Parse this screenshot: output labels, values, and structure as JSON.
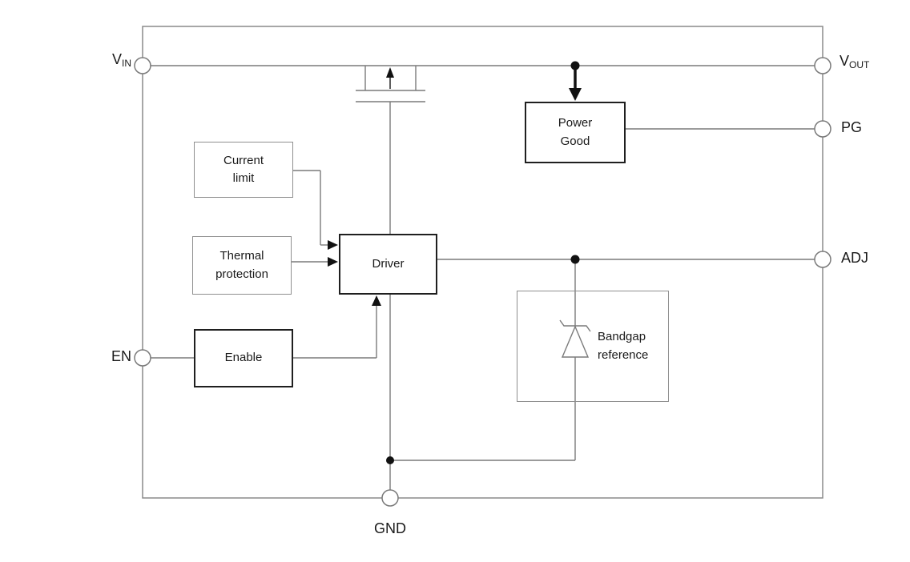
{
  "pins": {
    "vin": {
      "main": "V",
      "sub": "IN"
    },
    "vout": {
      "main": "V",
      "sub": "OUT"
    },
    "pg": {
      "label": "PG"
    },
    "adj": {
      "label": "ADJ"
    },
    "en": {
      "label": "EN"
    },
    "gnd": {
      "label": "GND"
    }
  },
  "blocks": {
    "current_limit": {
      "label": "Current\nlimit"
    },
    "thermal_protection": {
      "label": "Thermal\nprotection"
    },
    "driver": {
      "label": "Driver"
    },
    "enable": {
      "label": "Enable"
    },
    "power_good": {
      "label": "Power\nGood"
    },
    "bandgap": {
      "label": "Bandgap\nreference"
    }
  },
  "colors": {
    "wire": "#7a7a7a",
    "thin_border": "#8f8f8f",
    "thick_border": "#1f1f1f",
    "junction_dot": "#111111",
    "arrowhead": "#111111",
    "background": "#ffffff"
  }
}
